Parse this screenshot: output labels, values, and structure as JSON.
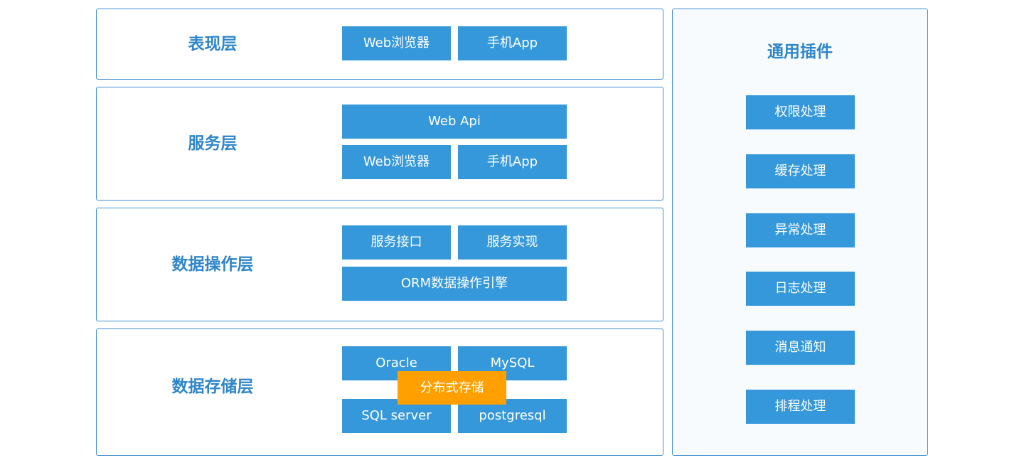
{
  "layers": [
    {
      "title": "表现层",
      "boxes": [
        "Web浏览器",
        "手机App"
      ]
    },
    {
      "title": "服务层",
      "boxes": [
        "Web Api",
        "Web浏览器",
        "手机App"
      ]
    },
    {
      "title": "数据操作层",
      "boxes": [
        "服务接口",
        "服务实现",
        "ORM数据操作引擎"
      ]
    },
    {
      "title": "数据存储层",
      "boxes": [
        "Oracle",
        "MySQL",
        "SQL server",
        "postgresql"
      ],
      "overlay": "分布式存储"
    }
  ],
  "plugins": {
    "title": "通用插件",
    "items": [
      "权限处理",
      "缓存处理",
      "异常处理",
      "日志处理",
      "消息通知",
      "排程处理"
    ]
  },
  "colors": {
    "border": "#3f8fd2",
    "title": "#2f86c9",
    "box": "#3598db",
    "highlight": "#ff9f00"
  }
}
